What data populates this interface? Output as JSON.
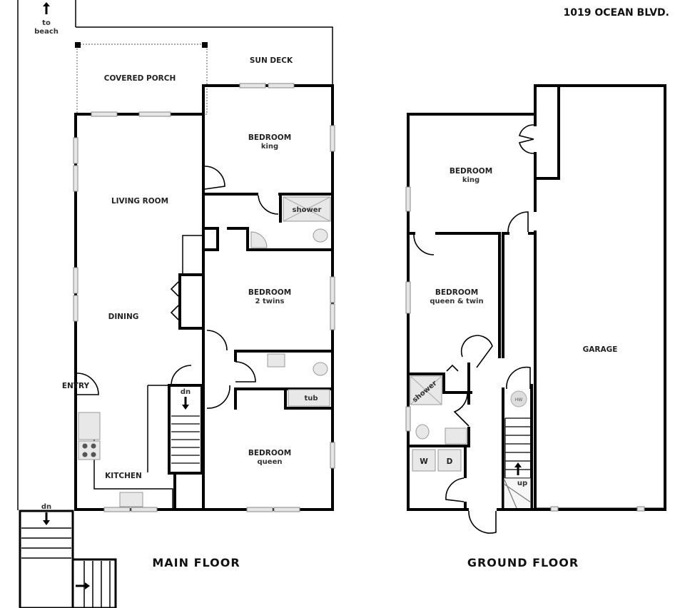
{
  "title": "1019 OCEAN BLVD.",
  "main_floor": {
    "caption": "MAIN FLOOR",
    "to_beach": [
      "to",
      "beach"
    ],
    "rooms": {
      "covered_porch": "COVERED PORCH",
      "sun_deck": "SUN DECK",
      "living_room": "LIVING ROOM",
      "dining": "DINING",
      "entry": "ENTRY",
      "kitchen": "KITCHEN",
      "bedroom_king": {
        "name": "BEDROOM",
        "bed": "king"
      },
      "bedroom_twins": {
        "name": "BEDROOM",
        "bed": "2 twins"
      },
      "bedroom_queen": {
        "name": "BEDROOM",
        "bed": "queen"
      }
    },
    "fixtures": {
      "shower": "shower",
      "tub": "tub",
      "stairs_down": "dn",
      "exterior_stairs_down": "dn"
    }
  },
  "ground_floor": {
    "caption": "GROUND FLOOR",
    "rooms": {
      "bedroom_king": {
        "name": "BEDROOM",
        "bed": "king"
      },
      "bedroom_queen_twin": {
        "name": "BEDROOM",
        "bed": "queen & twin"
      },
      "garage": "GARAGE"
    },
    "fixtures": {
      "shower": "shower",
      "washer": "W",
      "dryer": "D",
      "water_heater": "HW",
      "stairs_up": "up"
    }
  }
}
